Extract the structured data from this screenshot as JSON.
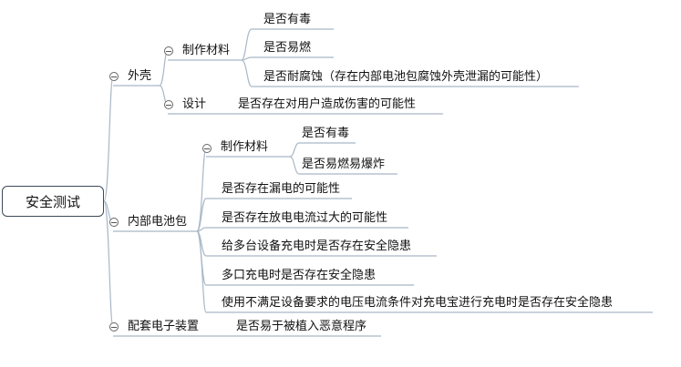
{
  "root": {
    "label": "安全测试"
  },
  "shell": {
    "label": "外壳",
    "materials": {
      "label": "制作材料",
      "items": [
        "是否有毒",
        "是否易燃",
        "是否耐腐蚀（存在内部电池包腐蚀外壳泄漏的可能性）"
      ]
    },
    "design": {
      "label": "设计",
      "item": "是否存在对用户造成伤害的可能性"
    }
  },
  "battery": {
    "label": "内部电池包",
    "materials": {
      "label": "制作材料",
      "items": [
        "是否有毒",
        "是否易燃易爆炸"
      ]
    },
    "items": [
      "是否存在漏电的可能性",
      "是否存在放电电流过大的可能性",
      "给多台设备充电时是否存在安全隐患",
      "多口充电时是否存在安全隐患",
      "使用不满足设备要求的电压电流条件对充电宝进行充电时是否存在安全隐患"
    ]
  },
  "electronics": {
    "label": "配套电子装置",
    "item": "是否易于被植入恶意程序"
  }
}
